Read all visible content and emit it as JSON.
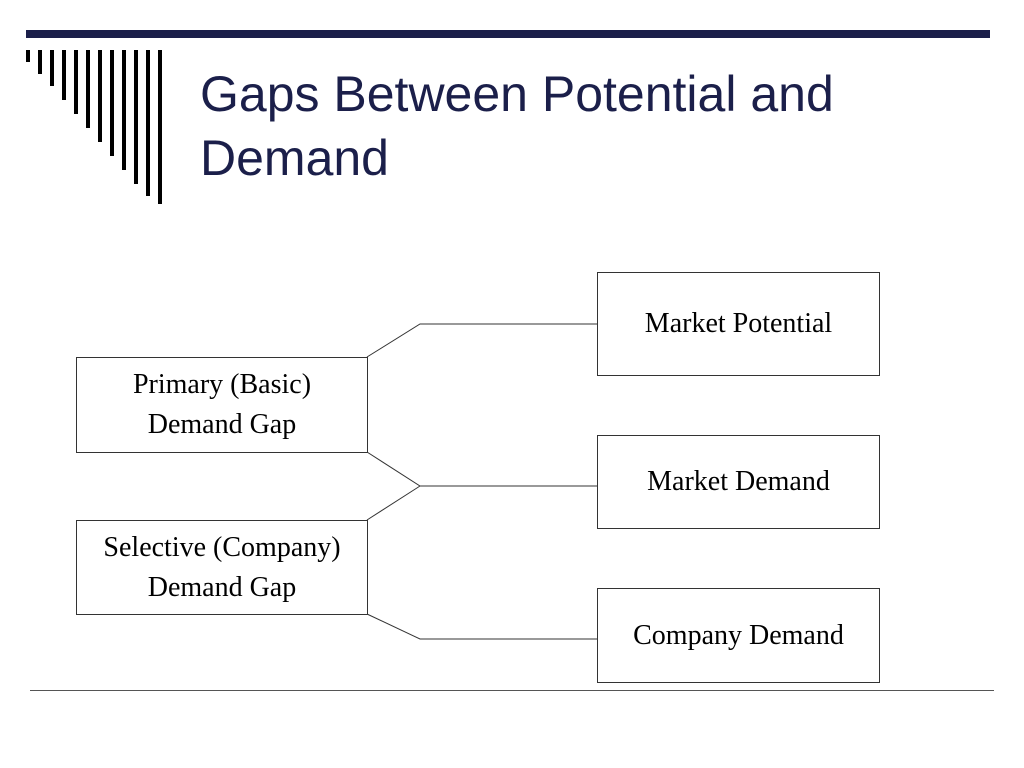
{
  "slide": {
    "title": "Gaps Between Potential and Demand"
  },
  "diagram": {
    "gaps": [
      {
        "label": "Primary (Basic)\nDemand Gap"
      },
      {
        "label": "Selective (Company)\nDemand Gap"
      }
    ],
    "levels": [
      {
        "label": "Market Potential"
      },
      {
        "label": "Market Demand"
      },
      {
        "label": "Company Demand"
      }
    ]
  },
  "colors": {
    "title": "#1b1f4a",
    "top_bar": "#1b1f4a",
    "box_border": "#333333",
    "connector": "#333333"
  }
}
